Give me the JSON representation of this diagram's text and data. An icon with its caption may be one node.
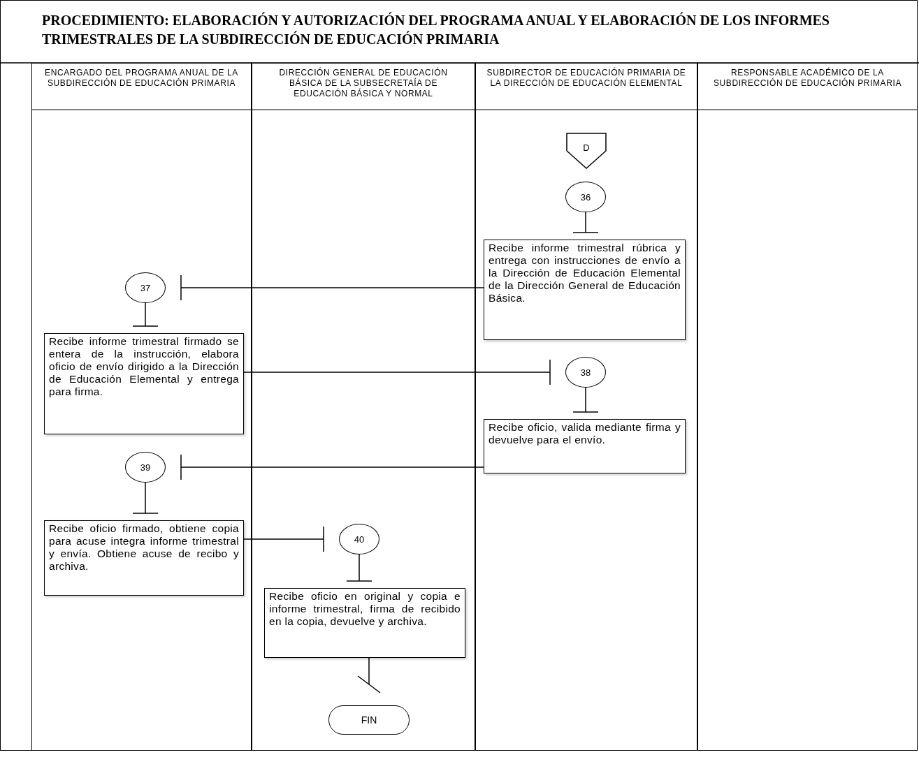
{
  "diagram": {
    "title": "PROCEDIMIENTO: ELABORACIÓN Y AUTORIZACIÓN DEL PROGRAMA ANUAL Y ELABORACIÓN DE LOS INFORMES TRIMESTRALES DE LA SUBDIRECCIÓN DE EDUCACIÓN PRIMARIA",
    "nodes": [
      {
        "text": [
          "ENCARGADO DEL PROGRAMA ANUAL DE LA SUBDIRECCIÓN DE EDUCACIÓN PRIMARIA"
        ]
      },
      {
        "text": [
          "DIRECCIÓN GENERAL DE EDUCACIÓN BÁSICA DE LA SUBSECRETAÍA DE EDUCACIÓN BÁSICA Y NORMAL"
        ]
      },
      {
        "text": [
          "SUBDIRECTOR DE EDUCACIÓN PRIMARIA DE LA DIRECCIÓN DE EDUCACIÓN ELEMENTAL"
        ]
      },
      {
        "text": [
          "RESPONSABLE ACADÉMICO DE LA SUBDIRECCIÓN DE EDUCACIÓN PRIMARIA"
        ]
      },
      {
        "text": [
          "D"
        ],
        "in": 2
      },
      {
        "text": [
          "36"
        ],
        "in": 2
      },
      {
        "text": [
          "Recibe informe trimestral rúbrica y entrega con instrucciones de envío a la Dirección de Educación Elemental de la Dirección General de Educación Básica."
        ],
        "in": 2
      },
      {
        "text": [
          "37"
        ],
        "in": 0
      },
      {
        "text": [
          "Recibe informe trimestral firmado se entera de la instrucción, elabora oficio de envío dirigido a la Dirección de Educación Elemental y entrega para firma."
        ],
        "in": 0
      },
      {
        "text": [
          "38"
        ],
        "in": 2
      },
      {
        "text": [
          "Recibe oficio, valida mediante firma y devuelve para el envío."
        ],
        "in": 2
      },
      {
        "text": [
          "39"
        ],
        "in": 0
      },
      {
        "text": [
          "Recibe oficio firmado, obtiene copia para acuse integra informe trimestral y envía. Obtiene acuse de recibo y archiva."
        ],
        "in": 0
      },
      {
        "text": [
          "40"
        ],
        "in": 1
      },
      {
        "text": [
          "Recibe oficio en original y copia e informe trimestral, firma de recibido en la copia, devuelve y archiva."
        ],
        "in": 1
      },
      {
        "text": [
          "FIN"
        ],
        "in": 1
      }
    ],
    "edges": [
      {
        "from": 5,
        "to": 6,
        "arrow": "other"
      },
      {
        "from": 6,
        "to": 7,
        "arrow": "other"
      },
      {
        "from": 7,
        "to": 8,
        "arrow": "other"
      },
      {
        "from": 8,
        "to": 9,
        "arrow": "other"
      },
      {
        "from": 9,
        "to": 10,
        "arrow": "other"
      },
      {
        "from": 10,
        "to": 11,
        "arrow": "other"
      },
      {
        "from": 11,
        "to": 12,
        "arrow": "other"
      },
      {
        "from": 12,
        "to": 13,
        "arrow": "other"
      },
      {
        "from": 13,
        "to": 14,
        "arrow": "other"
      },
      {
        "from": 14,
        "to": 15,
        "arrow": "other"
      }
    ]
  }
}
